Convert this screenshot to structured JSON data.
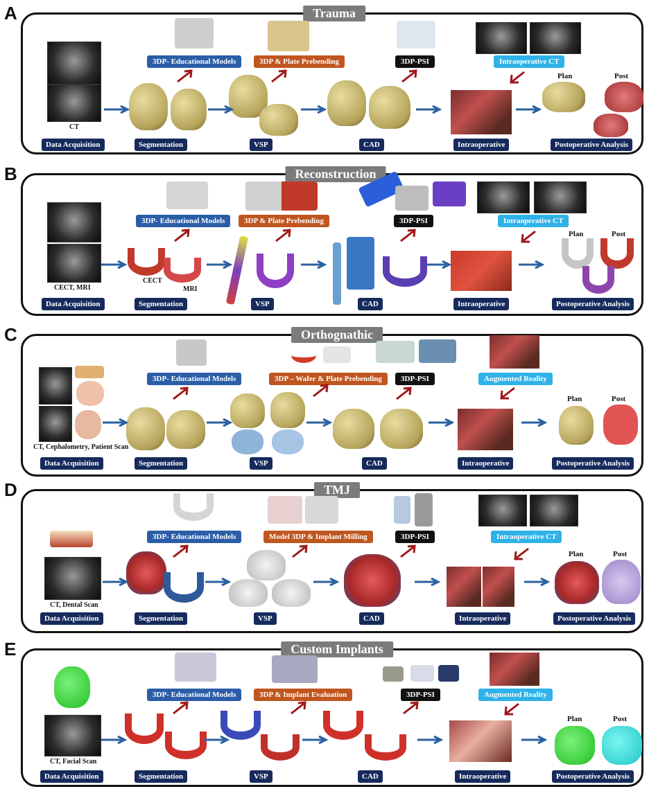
{
  "panels": [
    {
      "letter": "A",
      "title": "Trauma",
      "modality_caption": "CT",
      "top_labels": [
        "3DP- Educational Models",
        "3DP & Plate Prebending",
        "3DP-PSI",
        "Intraoperative CT"
      ],
      "steps": [
        "Data Acquisition",
        "Segmentation",
        "VSP",
        "CAD",
        "Intraoperative",
        "Postoperative Analysis"
      ],
      "plan_label": "Plan",
      "post_label": "Post"
    },
    {
      "letter": "B",
      "title": "Reconstruction",
      "modality_caption": "CECT, MRI",
      "seg_caption_1": "CECT",
      "seg_caption_2": "MRI",
      "top_labels": [
        "3DP- Educational Models",
        "3DP & Plate Prebending",
        "3DP-PSI",
        "Intraoperative CT"
      ],
      "steps": [
        "Data Acquisition",
        "Segmentation",
        "VSP",
        "CAD",
        "Intraoperative",
        "Postoperative Analysis"
      ],
      "plan_label": "Plan",
      "post_label": "Post"
    },
    {
      "letter": "C",
      "title": "Orthognathic",
      "modality_caption": "CT, Cephalometry, Patient Scan",
      "top_labels": [
        "3DP- Educational Models",
        "3DP – Wafer & Plate Prebending",
        "3DP-PSI",
        "Augmented Reality"
      ],
      "steps": [
        "Data Acquisition",
        "Segmentation",
        "VSP",
        "CAD",
        "Intraoperative",
        "Postoperative Analysis"
      ],
      "plan_label": "Plan",
      "post_label": "Post"
    },
    {
      "letter": "D",
      "title": "TMJ",
      "modality_caption": "CT, Dental Scan",
      "top_labels": [
        "3DP- Educational Models",
        "Model 3DP & Implant Milling",
        "3DP-PSI",
        "Intraoperative CT"
      ],
      "steps": [
        "Data Acquisition",
        "Segmentation",
        "VSP",
        "CAD",
        "Intraoperative",
        "Postoperative Analysis"
      ],
      "plan_label": "Plan",
      "post_label": "Post"
    },
    {
      "letter": "E",
      "title": "Custom Implants",
      "modality_caption": "CT, Facial Scan",
      "top_labels": [
        "3DP- Educational Models",
        "3DP & Implant Evaluation",
        "3DP-PSI",
        "Augmented Reality"
      ],
      "steps": [
        "Data Acquisition",
        "Segmentation",
        "VSP",
        "CAD",
        "Intraoperative",
        "Postoperative Analysis"
      ],
      "plan_label": "Plan",
      "post_label": "Post"
    }
  ],
  "colors": {
    "step_label": "#162a5c",
    "edu_label": "#2b5ea7",
    "prebend_label": "#c0561f",
    "psi_label": "#111111",
    "intraop_label": "#2fb2e8",
    "flow_arrow": "#2a5fa0",
    "up_arrow": "#a01818"
  }
}
